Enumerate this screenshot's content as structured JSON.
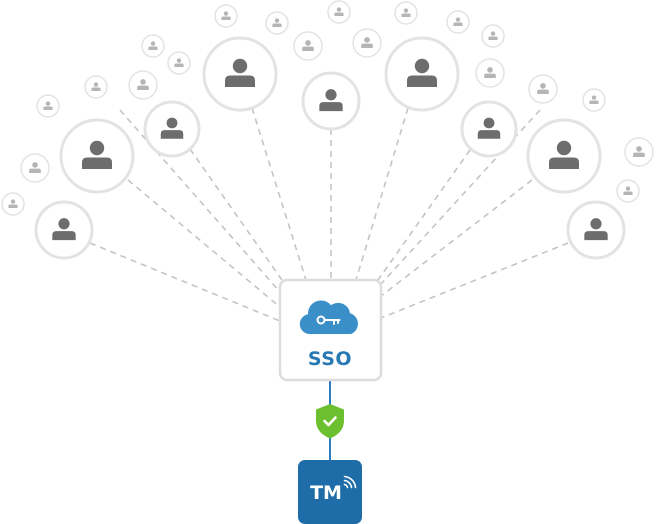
{
  "sso": {
    "label": "SSO",
    "icon": "cloud-key-icon"
  },
  "shield": {
    "icon": "shield-check-icon"
  },
  "tm": {
    "label": "TM",
    "icon": "signal-waves-icon"
  },
  "users": {
    "icon": "user-icon",
    "connected_count": 12
  },
  "colors": {
    "cloud_blue": "#3a8fc8",
    "sso_text": "#2878b4",
    "tm_bg": "#1f6da8",
    "shield_green": "#6cbf2f",
    "line_blue": "#2b7bbf",
    "dashed_line": "#c4c4c4",
    "circle_border": "#e3e3e3",
    "user_large": "#6d6d6d",
    "user_small": "#b5b5b5"
  }
}
